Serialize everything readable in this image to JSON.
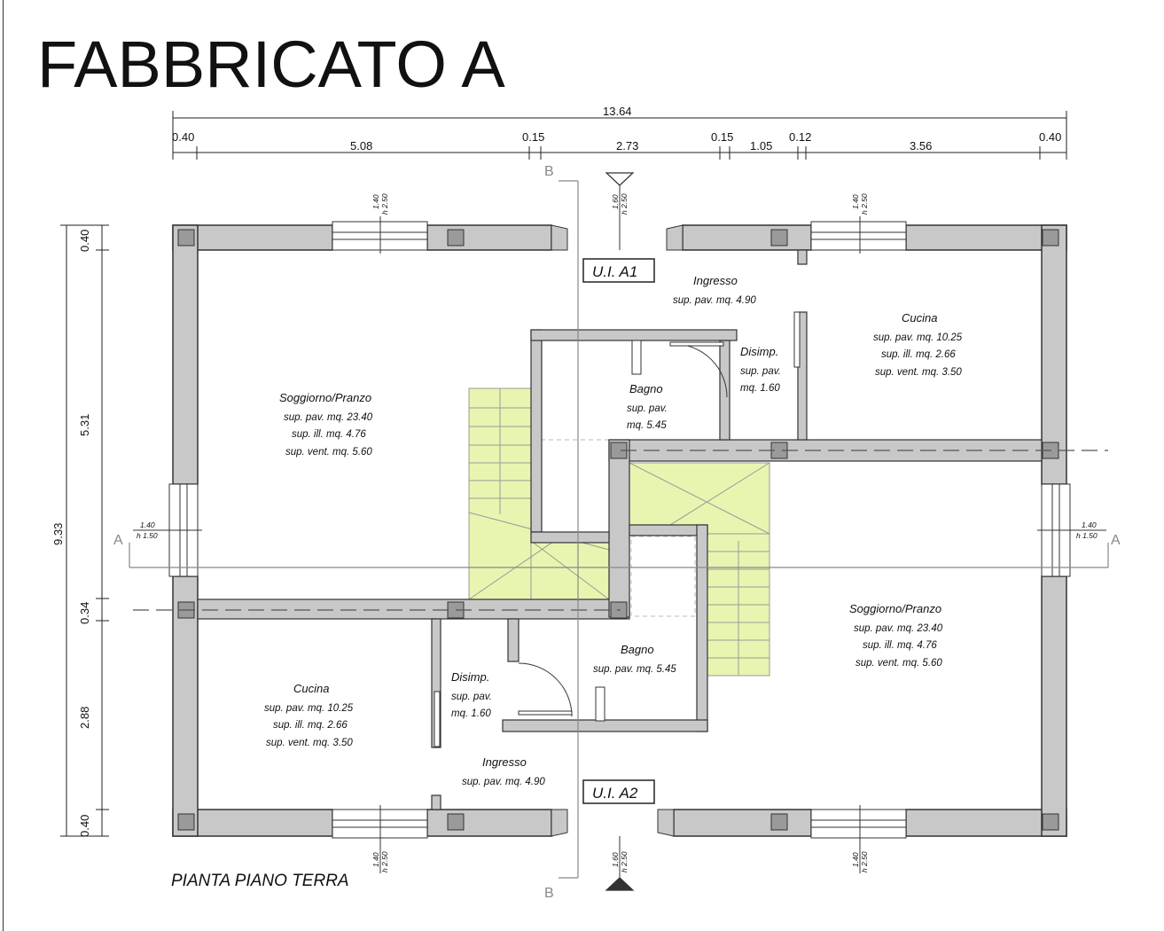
{
  "title": "FABBRICATO A",
  "caption": "PIANTA PIANO TERRA",
  "overall_width": "13.64",
  "top_dims": [
    "0.40",
    "5.08",
    "0.15",
    "2.73",
    "0.15",
    "1.05",
    "0.12",
    "3.56",
    "0.40"
  ],
  "left_dims": [
    "0.40",
    "5.31",
    "0.34",
    "2.88",
    "0.40"
  ],
  "overall_height": "9.33",
  "units": {
    "a1": "U.I. A1",
    "a2": "U.I. A2"
  },
  "section_markers": {
    "a": "A",
    "b": "B"
  },
  "window_labels": {
    "top": {
      "width": "1.40",
      "height": "h 2.50"
    },
    "entrance": {
      "width": "1.60",
      "height": "h 2.50"
    },
    "side": {
      "width": "1.40",
      "height": "h 1.50"
    }
  },
  "rooms": {
    "a1_ingresso": {
      "name": "Ingresso",
      "lines": [
        "sup. pav. mq. 4.90"
      ]
    },
    "a1_cucina": {
      "name": "Cucina",
      "lines": [
        "sup. pav. mq. 10.25",
        "sup. ill. mq. 2.66",
        "sup. vent. mq. 3.50"
      ]
    },
    "a1_disimp": {
      "name": "Disimp.",
      "lines": [
        "sup. pav.",
        "mq. 1.60"
      ]
    },
    "a1_bagno": {
      "name": "Bagno",
      "lines": [
        "sup. pav.",
        "mq. 5.45"
      ]
    },
    "a1_soggiorno": {
      "name": "Soggiorno/Pranzo",
      "lines": [
        "sup. pav. mq. 23.40",
        "sup. ill. mq. 4.76",
        "sup. vent. mq. 5.60"
      ]
    },
    "a2_soggiorno": {
      "name": "Soggiorno/Pranzo",
      "lines": [
        "sup. pav. mq. 23.40",
        "sup. ill. mq. 4.76",
        "sup. vent. mq. 5.60"
      ]
    },
    "a2_bagno": {
      "name": "Bagno",
      "lines": [
        "sup. pav. mq. 5.45"
      ]
    },
    "a2_disimp": {
      "name": "Disimp.",
      "lines": [
        "sup. pav.",
        "mq. 1.60"
      ]
    },
    "a2_cucina": {
      "name": "Cucina",
      "lines": [
        "sup. pav. mq. 10.25",
        "sup. ill. mq. 2.66",
        "sup. vent. mq. 3.50"
      ]
    },
    "a2_ingresso": {
      "name": "Ingresso",
      "lines": [
        "sup. pav. mq. 4.90"
      ]
    }
  },
  "colors": {
    "wall": "#c8c8c8",
    "outline": "#333333",
    "stair": "#e8f5b0",
    "pillar": "#9a9a9a"
  }
}
